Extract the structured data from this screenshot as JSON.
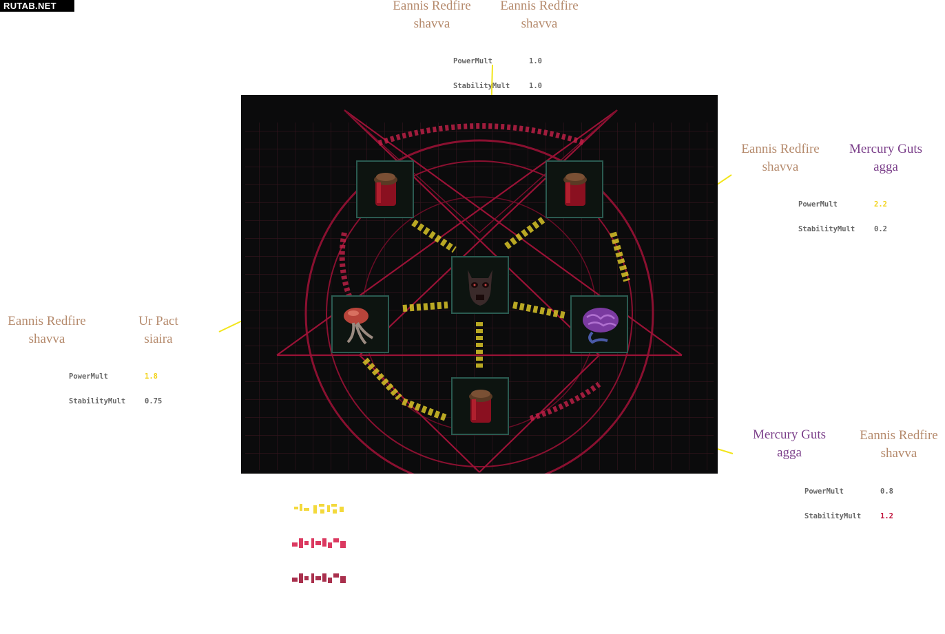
{
  "site": {
    "watermark": "RUTAB.NET"
  },
  "top": {
    "left_name": {
      "line1": "Eannis Redfire",
      "line2": "shavva"
    },
    "right_name": {
      "line1": "Eannis Redfire",
      "line2": "shavva"
    },
    "stats": {
      "power_label": "PowerMult",
      "power_value": "1.0",
      "stability_label": "StabilityMult",
      "stability_value": "1.0"
    }
  },
  "right_upper": {
    "left_name": {
      "line1": "Eannis Redfire",
      "line2": "shavva"
    },
    "right_name": {
      "line1": "Mercury Guts",
      "line2": "agga"
    },
    "stats": {
      "power_label": "PowerMult",
      "power_value": "2.2",
      "stability_label": "StabilityMult",
      "stability_value": "0.2"
    }
  },
  "left": {
    "left_name": {
      "line1": "Eannis Redfire",
      "line2": "shavva"
    },
    "right_name": {
      "line1": "Ur Pact",
      "line2": "siaira"
    },
    "stats": {
      "power_label": "PowerMult",
      "power_value": "1.8",
      "stability_label": "StabilityMult",
      "stability_value": "0.75"
    }
  },
  "right_lower": {
    "left_name": {
      "line1": "Mercury Guts",
      "line2": "agga"
    },
    "right_name": {
      "line1": "Eannis Redfire",
      "line2": "shavva"
    },
    "stats": {
      "power_label": "PowerMult",
      "power_value": "0.8",
      "stability_label": "StabilityMult",
      "stability_value": "1.2"
    }
  },
  "board": {
    "slots": [
      {
        "id": "top-left",
        "item_icon": "red-canister-icon"
      },
      {
        "id": "top-right",
        "item_icon": "red-canister-icon"
      },
      {
        "id": "center",
        "item_icon": "demon-skull-icon"
      },
      {
        "id": "mid-left",
        "item_icon": "mushroom-creature-icon"
      },
      {
        "id": "mid-right",
        "item_icon": "purple-brain-icon"
      },
      {
        "id": "bottom",
        "item_icon": "red-canister-icon"
      }
    ]
  },
  "legend": {
    "rune_colors": [
      "#f2d31b",
      "#d8244f",
      "#a01a3a"
    ]
  },
  "colors": {
    "accent_yellow": "#f2d31b",
    "accent_red": "#c0103a",
    "name_tan": "#b58a6c",
    "name_purple": "#7b3f8a"
  }
}
